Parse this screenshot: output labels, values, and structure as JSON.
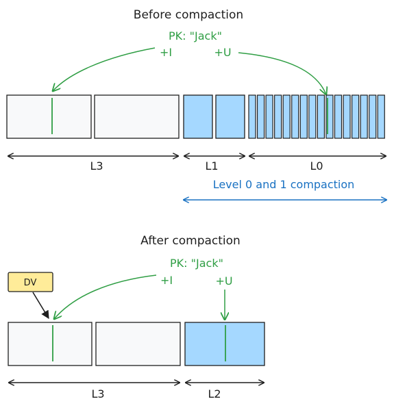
{
  "before": {
    "title": "Before compaction",
    "pk": "PK: \"Jack\"",
    "insert": "+I",
    "update": "+U",
    "label_l3": "L3",
    "label_l1": "L1",
    "label_l0": "L0",
    "compaction": "Level 0 and 1 compaction"
  },
  "after": {
    "title": "After compaction",
    "pk": "PK: \"Jack\"",
    "insert": "+I",
    "update": "+U",
    "dv": "DV",
    "label_l3": "L3",
    "label_l2": "L2"
  },
  "colors": {
    "stroke": "#1e1e1e",
    "green": "#2f9e44",
    "blue": "#1971c2",
    "file_fill": "#f8f9fa",
    "level_fill": "#a5d8ff",
    "dv_fill": "#ffec99"
  }
}
